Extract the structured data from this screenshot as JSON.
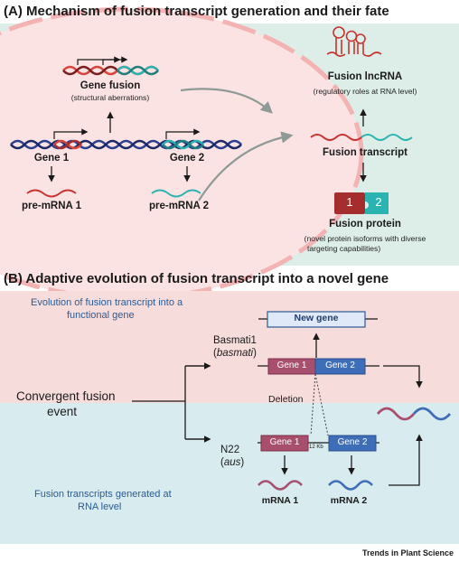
{
  "panel_a": {
    "title": "(A) Mechanism of fusion transcript generation and their fate",
    "gene_fusion": "Gene fusion",
    "gene_fusion_sub": "(structural aberrations)",
    "gene1": "Gene 1",
    "gene2": "Gene 2",
    "pre_mrna1": "pre-mRNA 1",
    "pre_mrna2": "pre-mRNA 2",
    "fusion_lncrna": "Fusion lncRNA",
    "fusion_lncrna_sub": "(regulatory roles at RNA level)",
    "fusion_transcript": "Fusion transcript",
    "fusion_protein": "Fusion protein",
    "fusion_protein_sub1": "(novel protein isoforms with diverse",
    "fusion_protein_sub2": "targeting capabilities)",
    "protein_block1": "1",
    "protein_block2": "2"
  },
  "panel_b": {
    "title": "(B) Adaptive evolution of fusion transcript into a novel gene",
    "evolution_text1": "Evolution of fusion transcript into a",
    "evolution_text2": "functional gene",
    "new_gene": "New gene",
    "basmati_name": "Basmati1",
    "basmati_group": "basmati",
    "convergent1": "Convergent fusion",
    "convergent2": "event",
    "deletion": "Deletion",
    "n22_name": "N22",
    "n22_group": "aus",
    "gene1": "Gene 1",
    "gene2": "Gene 2",
    "gap": "12 Kb",
    "mrna1": "mRNA 1",
    "mrna2": "mRNA 2",
    "rna_level1": "Fusion transcripts generated at",
    "rna_level2": "RNA level"
  },
  "footer": "Trends in Plant Science",
  "colors": {
    "panel_a_bg": "#ddeee8",
    "cell_fill": "#fbe3e3",
    "pink_band": "#f7dcdc",
    "teal_band": "#d8ebee",
    "red_strand": "#d9453c",
    "teal_strand": "#2bb3b1",
    "navy_strand": "#2a3f8f",
    "gene1_box": "#a94f6e",
    "gene2_box": "#3f6eb8",
    "new_gene_box": "#dfe9f7",
    "protein1": "#a52d2d",
    "protein2": "#2bb3b1"
  }
}
